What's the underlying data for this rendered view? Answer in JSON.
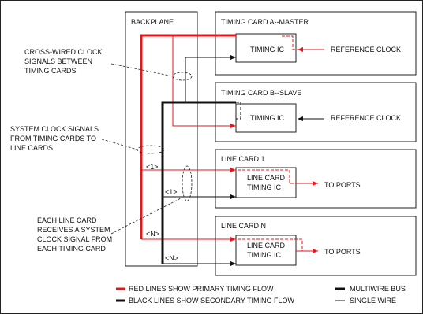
{
  "labels": {
    "backplane": "BACKPLANE",
    "card_a": "TIMING CARD A--MASTER",
    "card_b": "TIMING CARD B--SLAVE",
    "line_card_1": "LINE CARD 1",
    "line_card_n": "LINE CARD N",
    "timing_ic": "TIMING IC",
    "line_card_ic_1": "LINE CARD",
    "line_card_ic_2": "TIMING IC",
    "reference_clock": "REFERENCE CLOCK",
    "to_ports": "TO PORTS",
    "tag_1": "<1>",
    "tag_n": "<N>"
  },
  "annotations": {
    "cross_wired": [
      "CROSS-WIRED CLOCK",
      "SIGNALS BETWEEN",
      "TIMING CARDS"
    ],
    "system_clock": [
      "SYSTEM CLOCK SIGNALS",
      "FROM TIMING CARDS TO",
      "LINE CARDS"
    ],
    "each_line_card": [
      "EACH LINE CARD",
      "RECEIVES A SYSTEM",
      "CLOCK SIGNAL FROM",
      "EACH TIMING CARD"
    ]
  },
  "legend": {
    "red_lines": "RED LINES SHOW PRIMARY TIMING FLOW",
    "black_lines": "BLACK LINES SHOW SECONDARY TIMING FLOW",
    "multiwire": "MULTIWIRE BUS",
    "single_wire": "SINGLE WIRE"
  },
  "colors": {
    "primary": "#e8141b",
    "secondary": "#111111"
  }
}
